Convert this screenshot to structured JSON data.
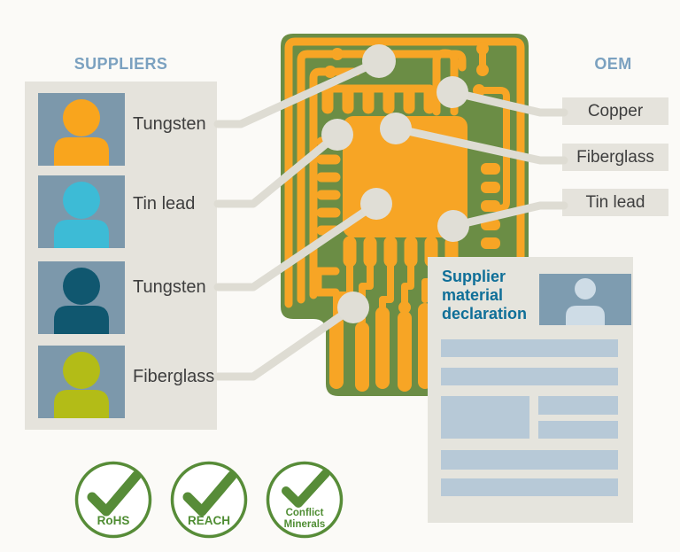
{
  "suppliers": {
    "heading": "SUPPLIERS",
    "items": [
      {
        "material": "Tungsten",
        "avatar_color": "#f9a51d"
      },
      {
        "material": "Tin lead",
        "avatar_color": "#3dbbd6"
      },
      {
        "material": "Tungsten",
        "avatar_color": "#10576f"
      },
      {
        "material": "Fiberglass",
        "avatar_color": "#b3bc17"
      }
    ]
  },
  "oem": {
    "heading": "OEM",
    "labels": [
      {
        "material": "Copper"
      },
      {
        "material": "Fiberglass"
      },
      {
        "material": "Tin lead"
      }
    ]
  },
  "pcb": {
    "icon": "circuit-board-illustration",
    "board_color": "#6b8d45",
    "trace_color": "#f7a525",
    "connection_dot_color": "#e0ded6"
  },
  "document": {
    "title": "Supplier material declaration",
    "title_color": "#0f6f98",
    "photo_icon": "person-icon",
    "placeholder_bars": 6
  },
  "badges": [
    {
      "label": "RoHS"
    },
    {
      "label": "REACH"
    },
    {
      "line1": "Conflict",
      "line2": "Minerals"
    }
  ],
  "colors": {
    "background": "#fbfaf7",
    "panel_gray": "#e5e3dc",
    "avatar_background": "#7c98ab",
    "heading_blue": "#7ba1c0",
    "connector_gray": "#dedcd3",
    "badge_green": "#578c38",
    "label_text": "#3e3e3e"
  }
}
